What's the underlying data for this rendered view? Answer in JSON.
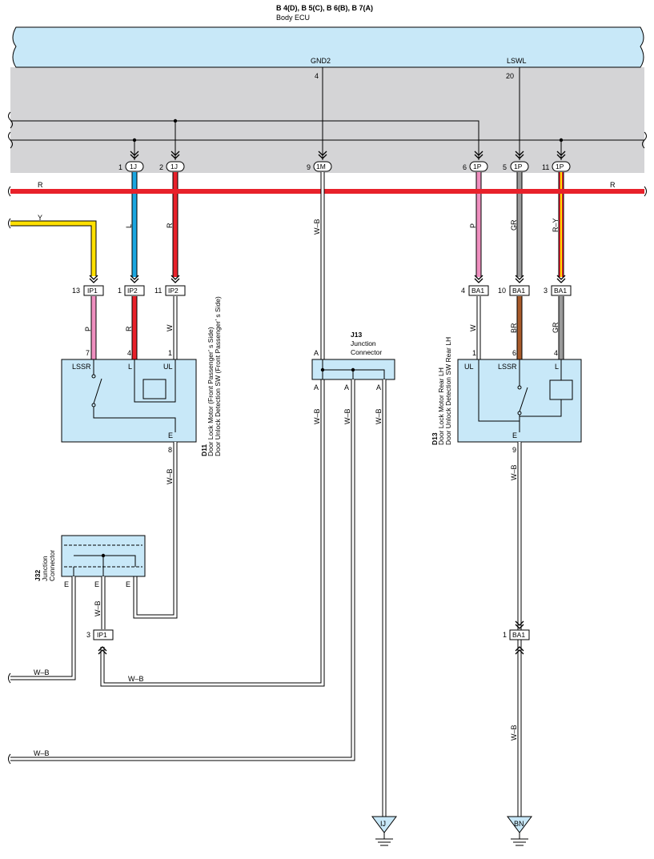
{
  "ecu": {
    "codes": "B 4(D), B 5(C), B 6(B), B 7(A)",
    "name": "Body ECU",
    "terminals": [
      {
        "signal": "GND2",
        "pin": "4"
      },
      {
        "signal": "LSWL",
        "pin": "20"
      }
    ]
  },
  "junction_block_connectors": [
    {
      "pin": "1",
      "code": "1J"
    },
    {
      "pin": "2",
      "code": "1J"
    },
    {
      "pin": "9",
      "code": "1M"
    },
    {
      "pin": "6",
      "code": "1P"
    },
    {
      "pin": "5",
      "code": "1P"
    },
    {
      "pin": "11",
      "code": "1P"
    }
  ],
  "buses": [
    {
      "color_code": "R",
      "right_label": "R",
      "color": "#e8212a"
    },
    {
      "color_code": "Y",
      "color": "#ffe000"
    }
  ],
  "wire_labels": {
    "l1": "L",
    "r1": "R",
    "wb_center": "W–B",
    "p1": "P",
    "gr1": "GR",
    "ry": "R–Y",
    "p2": "P",
    "r2": "R",
    "w2": "W",
    "w3": "W",
    "br": "BR",
    "gr2": "GR",
    "wb_d11": "W–B",
    "wb_j13_1": "W–B",
    "wb_j13_2": "W–B",
    "wb_j13_3": "W–B",
    "wb_d13": "W–B",
    "wb_j32": "W–B",
    "wb_bottom1": "W–B",
    "wb_ip1": "W–B",
    "wb_bottom2": "W–B",
    "wb_ba1": "W–B"
  },
  "connectors": {
    "ip1_top": {
      "pin": "13",
      "code": "IP1"
    },
    "ip2_a": {
      "pin": "1",
      "code": "IP2"
    },
    "ip2_b": {
      "pin": "11",
      "code": "IP2"
    },
    "ba1_a": {
      "pin": "4",
      "code": "BA1"
    },
    "ba1_b": {
      "pin": "10",
      "code": "BA1"
    },
    "ba1_c": {
      "pin": "3",
      "code": "BA1"
    },
    "ip1_bottom": {
      "pin": "3",
      "code": "IP1"
    },
    "ba1_bottom": {
      "pin": "1",
      "code": "BA1"
    }
  },
  "components": {
    "d11": {
      "ref": "D11",
      "line1": "Door Lock Motor (Front Passenger’ s Side)",
      "line2": "Door Unlock Detection SW (Front Passenger’ s Side)",
      "pins": {
        "p7": "7",
        "p4": "4",
        "p1": "1",
        "p8": "8"
      },
      "terms": {
        "lssr": "LSSR",
        "l": "L",
        "ul": "UL",
        "e": "E"
      }
    },
    "d13": {
      "ref": "D13",
      "line1": "Door Lock Motor Rear LH",
      "line2": "Door Unlock Detection SW Rear LH",
      "pins": {
        "p1": "1",
        "p6": "6",
        "p4": "4",
        "p9": "9"
      },
      "terms": {
        "ul": "UL",
        "lssr": "LSSR",
        "l": "L",
        "e": "E"
      }
    },
    "j13": {
      "ref": "J13",
      "line1": "Junction",
      "line2": "Connector",
      "terms": {
        "top": "A",
        "b1": "A",
        "b2": "A",
        "b3": "A"
      }
    },
    "j32": {
      "ref": "J32",
      "line1": "Junction",
      "line2": "Connector",
      "terms": {
        "e1": "E",
        "e2": "E",
        "e3": "E"
      }
    }
  },
  "grounds": [
    {
      "code": "IJ"
    },
    {
      "code": "BN"
    }
  ],
  "colors": {
    "ecu_fill": "#c8e8f8",
    "junction_block": "#d4d4d6",
    "component_fill": "#c8e8f8",
    "wire_red": "#e8212a",
    "wire_blue": "#1ba6e0",
    "wire_yellow": "#ffe000",
    "wire_pink": "#ef8fbf",
    "wire_gray": "#9a9a9a",
    "wire_brown": "#a85a2a"
  }
}
